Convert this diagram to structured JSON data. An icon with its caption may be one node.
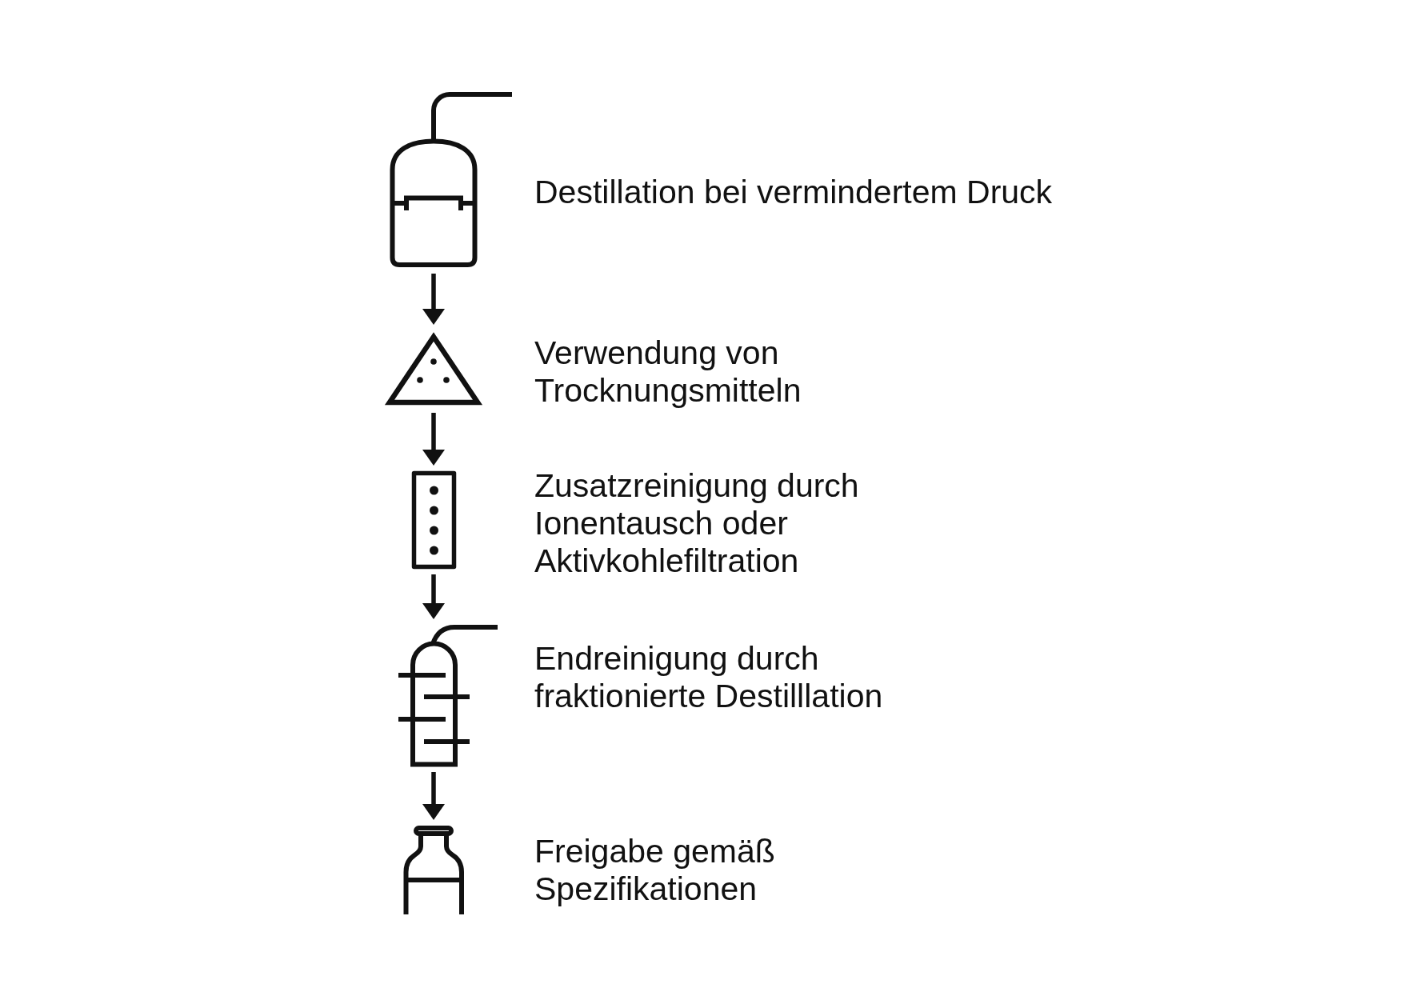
{
  "diagram": {
    "nodes": [
      {
        "text": [],
        "shape": "picture",
        "beside": [
          "Destillation bei vermindertem Druck"
        ]
      },
      {
        "text": [],
        "shape": "picture",
        "beside": [
          "Verwendung von Trocknungsmitteln"
        ]
      },
      {
        "text": [],
        "shape": "picture",
        "beside": [
          "Zusatzreinigung durch Ionentausch oder Aktivkohlefiltration"
        ]
      },
      {
        "text": [],
        "shape": "picture",
        "beside": [
          "Endreinigung durch fraktionierte Destilllation"
        ]
      },
      {
        "text": [],
        "shape": "bottle",
        "beside": [
          "Freigabe gemäß Spezifikationen"
        ]
      }
    ],
    "edges": [
      {
        "from": 0,
        "to": 1,
        "arrow": "to"
      },
      {
        "from": 1,
        "to": 2,
        "arrow": "to"
      },
      {
        "from": 2,
        "to": 3,
        "arrow": "to"
      },
      {
        "from": 3,
        "to": 4,
        "arrow": "to"
      }
    ]
  }
}
